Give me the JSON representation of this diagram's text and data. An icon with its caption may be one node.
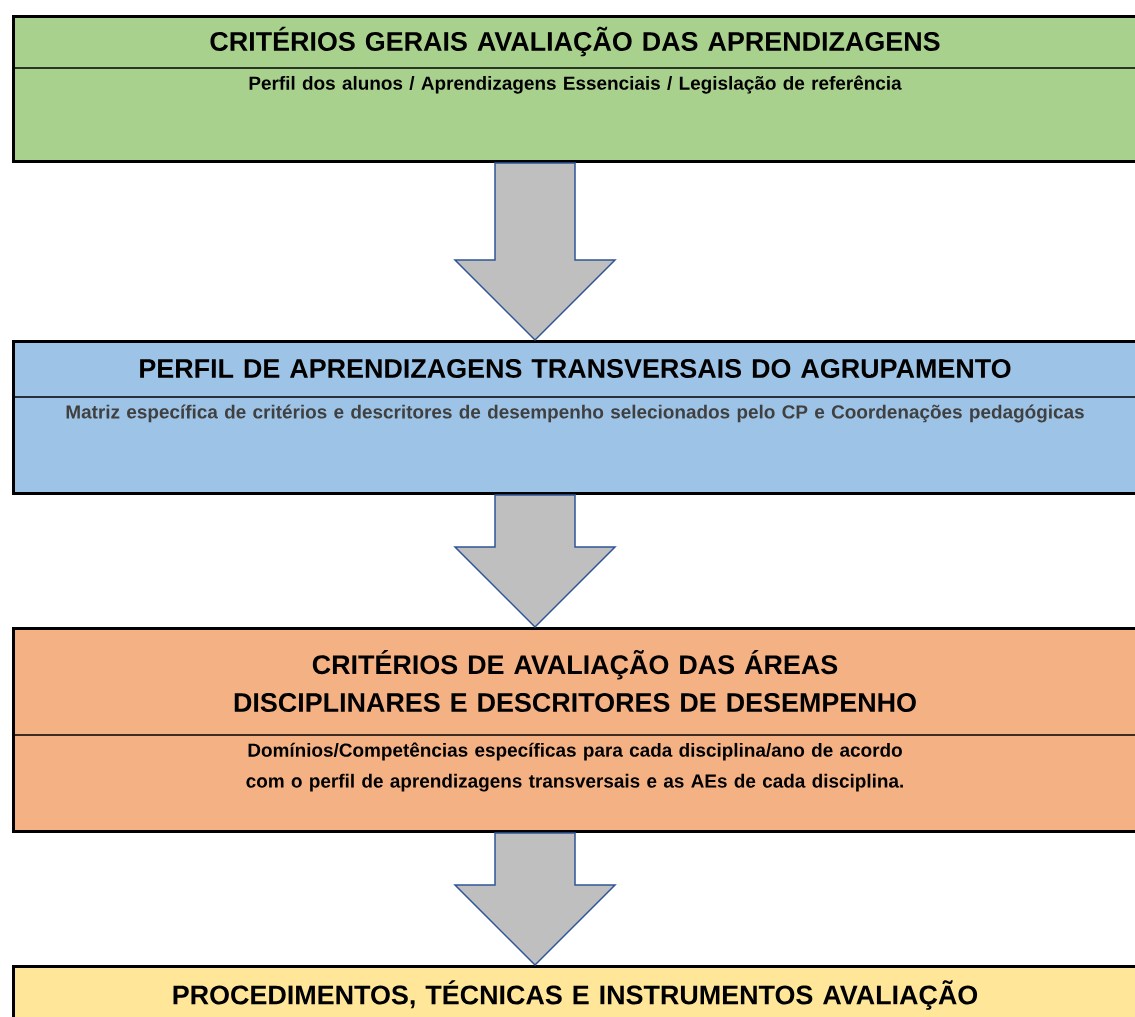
{
  "diagram": {
    "nodes": [
      {
        "text": [
          "CRITÉRIOS GERAIS AVALIAÇÃO DAS APRENDIZAGENS",
          "Perfil dos alunos / Aprendizagens Essenciais / Legislação de referência"
        ]
      },
      {
        "text": [
          "PERFIL DE APRENDIZAGENS TRANSVERSAIS DO AGRUPAMENTO",
          "Matriz específica de critérios e descritores de desempenho selecionados pelo CP e Coordenações pedagógicas"
        ]
      },
      {
        "text": [
          "CRITÉRIOS DE AVALIAÇÃO DAS ÁREAS DISCIPLINARES E DESCRITORES DE DESEMPENHO",
          "Domínios/Competências específicas para cada disciplina/ano de acordo com o perfil de aprendizagens transversais e  as AEs de cada disciplina."
        ]
      },
      {
        "text": [
          "PROCEDIMENTOS, TÉCNICAS E INSTRUMENTOS  AVALIAÇÃO"
        ]
      }
    ],
    "edges": [
      {
        "from": 0,
        "to": 1,
        "arrow": "to"
      },
      {
        "from": 1,
        "to": 2,
        "arrow": "to"
      },
      {
        "from": 2,
        "to": 3,
        "arrow": "to"
      }
    ]
  }
}
